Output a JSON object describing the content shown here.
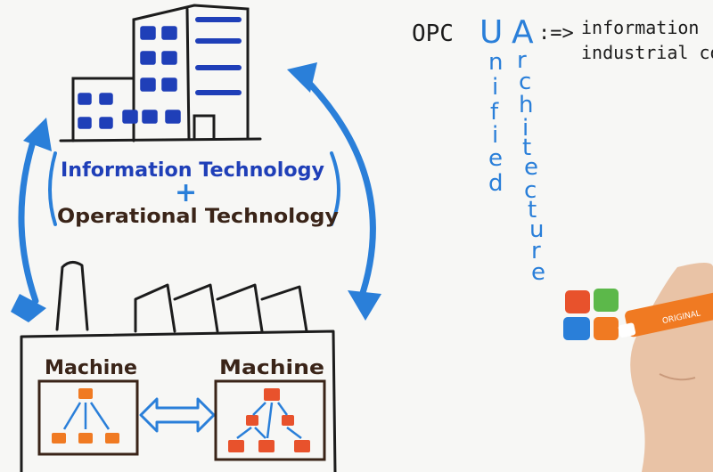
{
  "header": {
    "opc": "OPC",
    "u": "U",
    "a": "A",
    "operator": ":=>",
    "line1": "information",
    "line2": "industrial co"
  },
  "unified_letters": [
    "n",
    "i",
    "f",
    "i",
    "e",
    "d"
  ],
  "architecture_letters": [
    "r",
    "c",
    "h",
    "i",
    "t",
    "e",
    "c",
    "t",
    "u",
    "r",
    "e"
  ],
  "it_label": "Information Technology",
  "plus_sign": "+",
  "ot_label": "Operational Technology",
  "machines": [
    {
      "label": "Machine"
    },
    {
      "label": "Machine"
    }
  ],
  "marker_label": "ORIGINAL",
  "colors": {
    "blue": "#2a7fd9",
    "dark_blue": "#1f3fb8",
    "brown": "#3a2418",
    "orange": "#f07a22",
    "red": "#e8522c",
    "green": "#5cb84a",
    "ink": "#1c1c1c",
    "skin": "#e9c3a6"
  },
  "icons": {
    "building": "office-building-icon",
    "factory": "factory-icon",
    "windows_logo": "windows-logo-icon",
    "marker": "marker-pen-icon",
    "hand": "hand-icon"
  }
}
